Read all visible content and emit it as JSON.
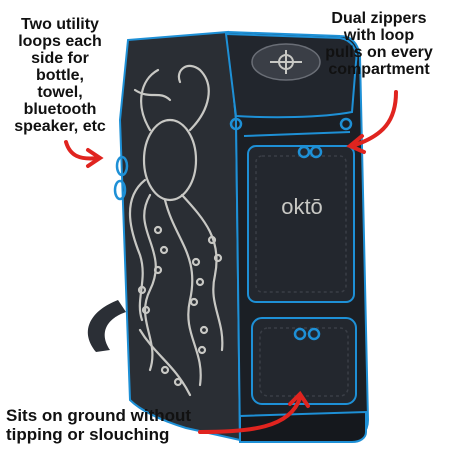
{
  "product": {
    "brand": "oktō"
  },
  "callouts": {
    "loops": [
      "Two utility",
      "loops each",
      "side for",
      "bottle,",
      "towel,",
      "bluetooth",
      "speaker, etc"
    ],
    "zippers": [
      "Dual zippers",
      "with loop",
      "pulls on every",
      "compartment"
    ],
    "ground": [
      "Sits on ground without",
      "tipping or slouching"
    ]
  },
  "colors": {
    "bag_body": "#1b1f25",
    "bag_side": "#2a2e34",
    "trim_blue": "#1e90d6",
    "octopus_line": "#c8c8c4",
    "arrow_red": "#e0241f",
    "text": "#111111"
  }
}
